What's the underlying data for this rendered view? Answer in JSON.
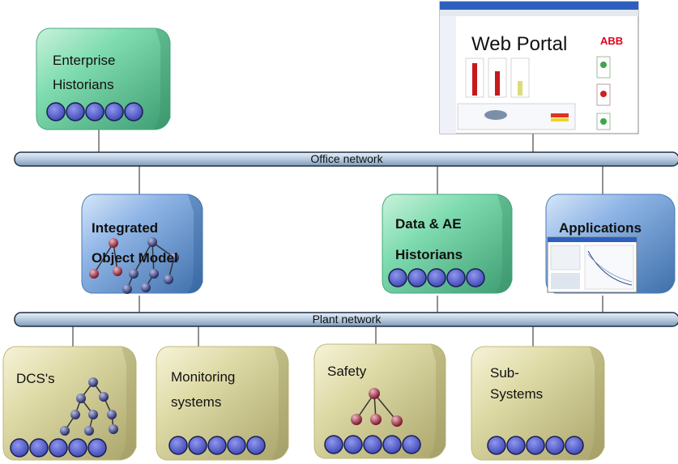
{
  "networks": {
    "office": "Office network",
    "plant": "Plant network"
  },
  "web_portal": {
    "label": "Web Portal",
    "brand": "ABB"
  },
  "nodes": {
    "enterprise_historians": {
      "line1": "Enterprise",
      "line2": "Historians",
      "color": "#5cc79a"
    },
    "integrated_object_model": {
      "line1": "Integrated",
      "line2": "Object Model",
      "color": "#5a8fcf"
    },
    "data_ae_historians": {
      "line1": "Data & AE",
      "line2": "Historians",
      "color": "#5cc79a"
    },
    "applications": {
      "line1": "Applications",
      "color": "#5a8fcf"
    },
    "dcs": {
      "line1": "DCS's",
      "color": "#d8d4a0"
    },
    "monitoring": {
      "line1": "Monitoring",
      "line2": "systems",
      "color": "#d8d4a0"
    },
    "safety": {
      "line1": "Safety",
      "color": "#d8d4a0"
    },
    "subsystems": {
      "line1": "Sub-",
      "line2": "Systems",
      "color": "#d8d4a0"
    }
  },
  "colors": {
    "bus_fill": "#b9cde0",
    "bus_stroke": "#1f2f45",
    "disk_fill": "#5a63c8",
    "disk_stroke": "#1a1f4f",
    "tree_node": "#2a2f6a",
    "tree_node_red": "#8a1f2f"
  }
}
